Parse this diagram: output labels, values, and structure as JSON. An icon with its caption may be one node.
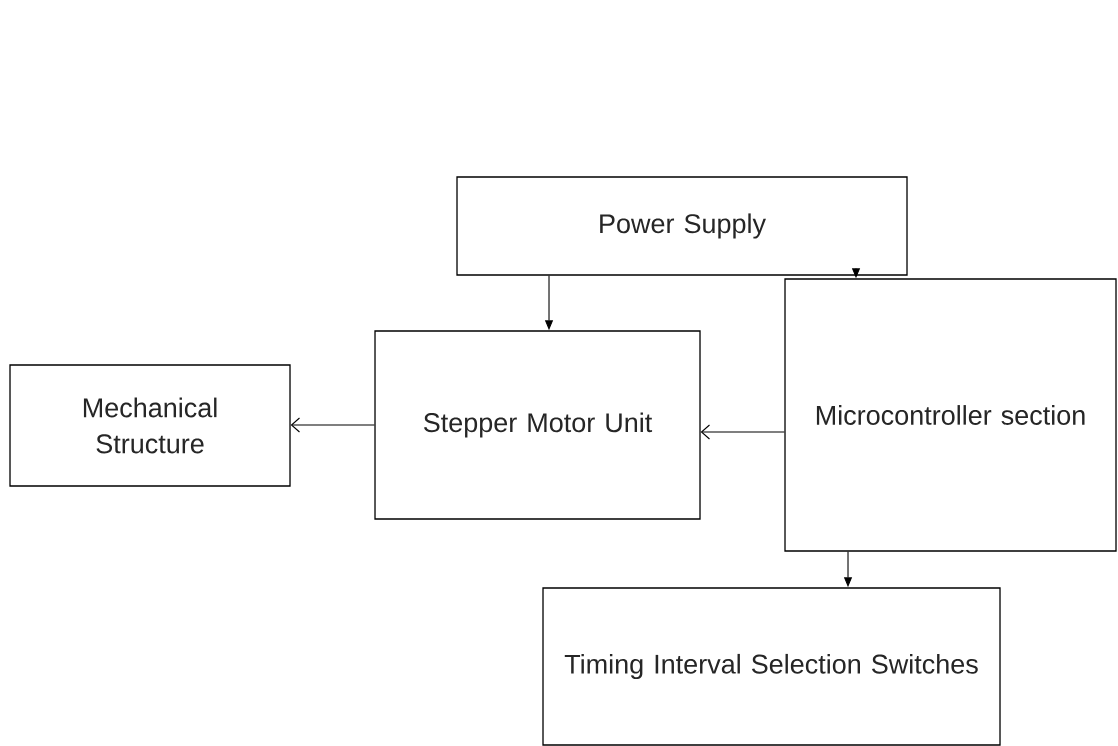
{
  "diagram": {
    "nodes": [
      {
        "text": [
          "Power Supply"
        ]
      },
      {
        "text": [
          "Stepper Motor Unit"
        ]
      },
      {
        "text": [
          "Mechanical Structure"
        ]
      },
      {
        "text": [
          "Microcontroller section"
        ]
      },
      {
        "text": [
          "Timing Interval Selection Switches"
        ]
      }
    ],
    "edges": [
      {
        "from": 0,
        "to": 1,
        "arrow": "to"
      },
      {
        "from": 0,
        "to": 3,
        "arrow": "to"
      },
      {
        "from": 1,
        "to": 2,
        "arrow": "to"
      },
      {
        "from": 3,
        "to": 1,
        "arrow": "to"
      },
      {
        "from": 3,
        "to": 4,
        "arrow": "to"
      }
    ]
  }
}
